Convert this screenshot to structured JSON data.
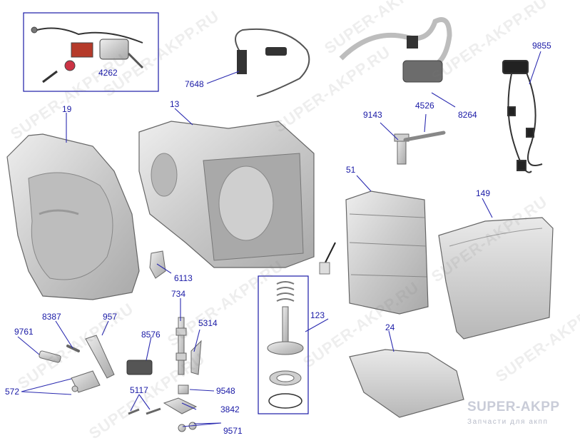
{
  "watermark": "SUPER-AKPP.RU",
  "brand": {
    "name": "SUPER-AKPP",
    "tagline": "Запчасти для акпп"
  },
  "colors": {
    "label": "#1a1aa6",
    "leader": "#2a2ab0",
    "box": "#1a1aa6",
    "part_fill": "#d7d7d7",
    "part_stroke": "#555555"
  },
  "callouts": [
    {
      "id": "c4262",
      "text": "4262"
    },
    {
      "id": "c7648",
      "text": "7648"
    },
    {
      "id": "c19",
      "text": "19"
    },
    {
      "id": "c13",
      "text": "13"
    },
    {
      "id": "c8264",
      "text": "8264"
    },
    {
      "id": "c9855",
      "text": "9855"
    },
    {
      "id": "c9143",
      "text": "9143"
    },
    {
      "id": "c4526",
      "text": "4526"
    },
    {
      "id": "c51",
      "text": "51"
    },
    {
      "id": "c149",
      "text": "149"
    },
    {
      "id": "c6113",
      "text": "6113"
    },
    {
      "id": "c734",
      "text": "734"
    },
    {
      "id": "c8387",
      "text": "8387"
    },
    {
      "id": "c957",
      "text": "957"
    },
    {
      "id": "c9761",
      "text": "9761"
    },
    {
      "id": "c8576",
      "text": "8576"
    },
    {
      "id": "c5314",
      "text": "5314"
    },
    {
      "id": "c123",
      "text": "123"
    },
    {
      "id": "c24",
      "text": "24"
    },
    {
      "id": "c572",
      "text": "572"
    },
    {
      "id": "c5117",
      "text": "5117"
    },
    {
      "id": "c9548",
      "text": "9548"
    },
    {
      "id": "c3842",
      "text": "3842"
    },
    {
      "id": "c9571",
      "text": "9571"
    }
  ]
}
